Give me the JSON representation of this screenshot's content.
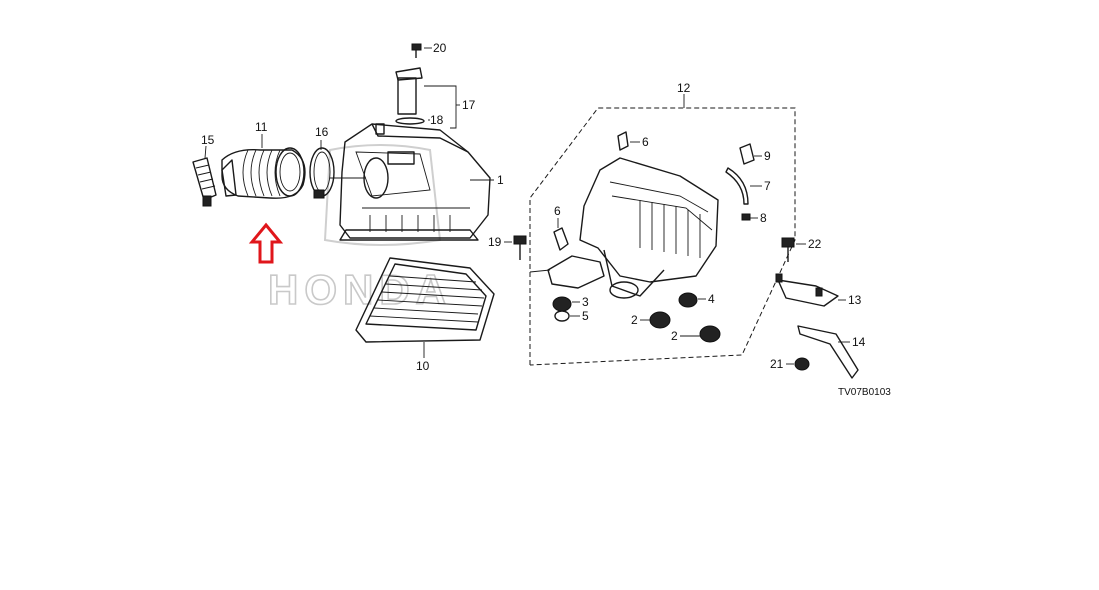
{
  "diagram": {
    "watermark": "HONDA",
    "code": "TV07B0103",
    "callouts": {
      "c1": "1",
      "c2a": "2",
      "c2b": "2",
      "c3": "3",
      "c4": "4",
      "c5": "5",
      "c6a": "6",
      "c6b": "6",
      "c7": "7",
      "c8": "8",
      "c9": "9",
      "c10": "10",
      "c11": "11",
      "c12": "12",
      "c13": "13",
      "c14": "14",
      "c15": "15",
      "c16": "16",
      "c17": "17",
      "c18": "18",
      "c19": "19",
      "c20": "20",
      "c21": "21",
      "c22": "22"
    },
    "highlight_color": "#e0161b"
  }
}
